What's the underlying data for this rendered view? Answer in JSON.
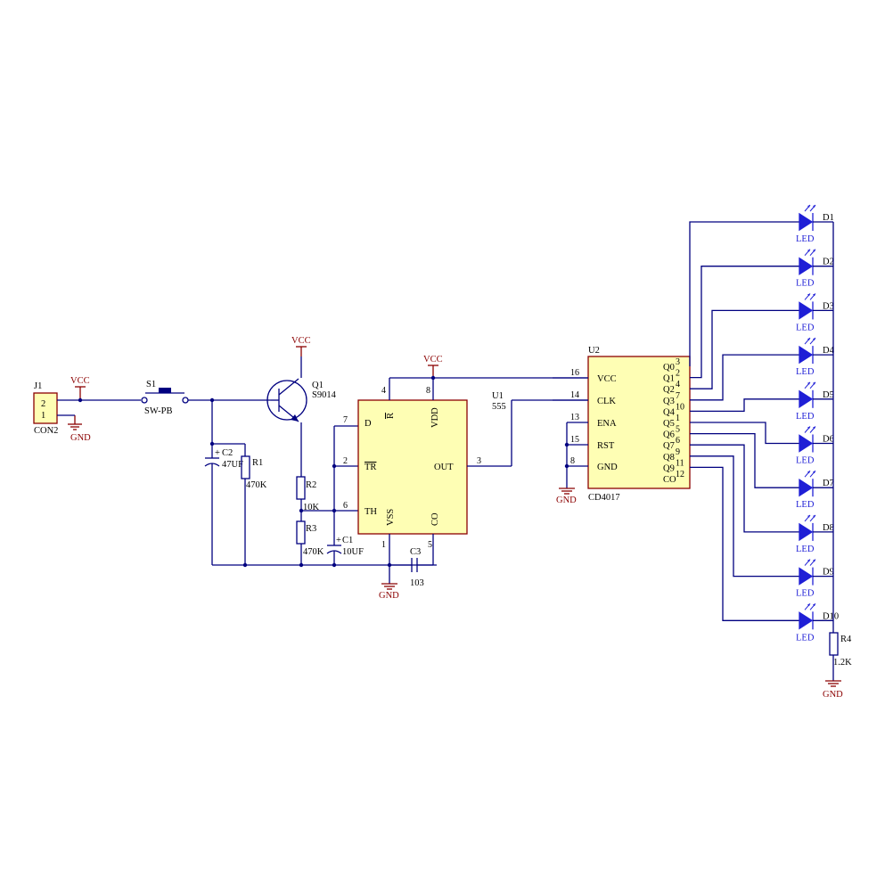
{
  "j1": {
    "ref": "J1",
    "value": "CON2",
    "pin2": "2",
    "pin1": "1"
  },
  "s1": {
    "ref": "S1",
    "value": "SW-PB"
  },
  "q1": {
    "ref": "Q1",
    "value": "S9014"
  },
  "c2": {
    "ref": "C2",
    "value": "47UF"
  },
  "r1": {
    "ref": "R1",
    "value": "470K"
  },
  "r2": {
    "ref": "R2",
    "value": "10K"
  },
  "r3": {
    "ref": "R3",
    "value": "470K"
  },
  "c1": {
    "ref": "C1",
    "value": "10UF"
  },
  "c3": {
    "ref": "C3",
    "value": "103"
  },
  "r4": {
    "ref": "R4",
    "value": "1.2K"
  },
  "power": {
    "vcc": "VCC",
    "gnd": "GND",
    "plus": "+"
  },
  "u1": {
    "ref": "U1",
    "value": "555",
    "pins": {
      "d": "D",
      "tr": "TR",
      "th": "TH",
      "r": "R",
      "vdd": "VDD",
      "vss": "VSS",
      "co": "CO",
      "out": "OUT"
    },
    "pin_numbers": {
      "d": "7",
      "tr": "2",
      "th": "6",
      "r": "4",
      "vdd": "8",
      "vss": "1",
      "co": "5",
      "out": "3"
    }
  },
  "u2": {
    "ref": "U2",
    "value": "CD4017",
    "left_pins": [
      {
        "name": "VCC",
        "num": "16"
      },
      {
        "name": "CLK",
        "num": "14"
      },
      {
        "name": "ENA",
        "num": "13"
      },
      {
        "name": "RST",
        "num": "15"
      },
      {
        "name": "GND",
        "num": "8"
      }
    ],
    "right_pins": [
      {
        "name": "Q0",
        "num": "3"
      },
      {
        "name": "Q1",
        "num": "2"
      },
      {
        "name": "Q2",
        "num": "4"
      },
      {
        "name": "Q3",
        "num": "7"
      },
      {
        "name": "Q4",
        "num": "10"
      },
      {
        "name": "Q5",
        "num": "1"
      },
      {
        "name": "Q6",
        "num": "5"
      },
      {
        "name": "Q7",
        "num": "6"
      },
      {
        "name": "Q8",
        "num": "9"
      },
      {
        "name": "Q9",
        "num": "11"
      },
      {
        "name": "CO",
        "num": "12"
      }
    ]
  },
  "leds": [
    {
      "ref": "D1",
      "value": "LED"
    },
    {
      "ref": "D2",
      "value": "LED"
    },
    {
      "ref": "D3",
      "value": "LED"
    },
    {
      "ref": "D4",
      "value": "LED"
    },
    {
      "ref": "D5",
      "value": "LED"
    },
    {
      "ref": "D6",
      "value": "LED"
    },
    {
      "ref": "D7",
      "value": "LED"
    },
    {
      "ref": "D8",
      "value": "LED"
    },
    {
      "ref": "D9",
      "value": "LED"
    },
    {
      "ref": "D10",
      "value": "LED"
    }
  ],
  "colors": {
    "wire": "#000080",
    "power": "#8b0000",
    "chip_fill": "#fefeb4",
    "led": "#1f1fd6"
  }
}
